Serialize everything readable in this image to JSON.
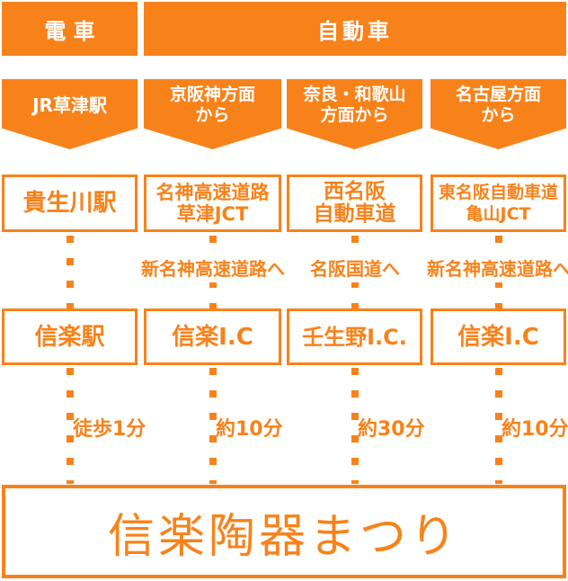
{
  "colors": {
    "accent": "#f8821a",
    "text_on_accent": "#ffffff",
    "background": "#ffffff"
  },
  "headers": {
    "train": "電 車",
    "car": "自動車"
  },
  "columns": [
    {
      "origin_lines": [
        "JR草津駅"
      ],
      "step1_lines": [
        "貴生川駅"
      ],
      "step2": "信楽駅",
      "duration": "徒歩1分"
    },
    {
      "origin_lines": [
        "京阪神方面",
        "から"
      ],
      "step1_lines": [
        "名神高速道路",
        "草津JCT"
      ],
      "road_label": "新名神高速道路へ",
      "step2": "信楽I.C",
      "duration": "約10分"
    },
    {
      "origin_lines": [
        "奈良・和歌山",
        "方面から"
      ],
      "step1_lines": [
        "西名阪",
        "自動車道"
      ],
      "road_label": "名阪国道へ",
      "step2": "壬生野I.C.",
      "duration": "約30分"
    },
    {
      "origin_lines": [
        "名古屋方面",
        "から"
      ],
      "step1_lines": [
        "東名阪自動車道",
        "亀山JCT"
      ],
      "road_label": "新名神高速道路へ",
      "step2": "信楽I.C",
      "duration": "約10分"
    }
  ],
  "destination": "信楽陶器まつり"
}
